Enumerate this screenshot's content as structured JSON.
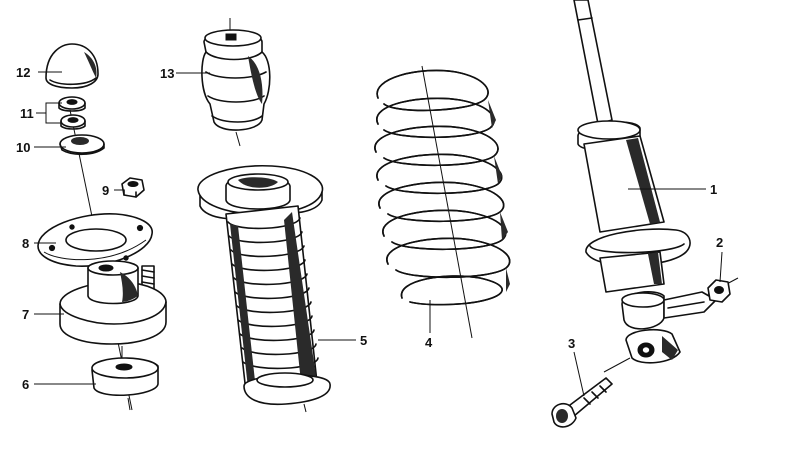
{
  "diagram": {
    "type": "exploded-parts-diagram",
    "subject": "front suspension strut assembly",
    "callouts": [
      {
        "id": "1",
        "label": "1"
      },
      {
        "id": "2",
        "label": "2"
      },
      {
        "id": "3",
        "label": "3"
      },
      {
        "id": "4",
        "label": "4"
      },
      {
        "id": "5",
        "label": "5"
      },
      {
        "id": "6",
        "label": "6"
      },
      {
        "id": "7",
        "label": "7"
      },
      {
        "id": "8",
        "label": "8"
      },
      {
        "id": "9",
        "label": "9"
      },
      {
        "id": "10",
        "label": "10"
      },
      {
        "id": "11",
        "label": "11"
      },
      {
        "id": "12",
        "label": "12"
      },
      {
        "id": "13",
        "label": "13"
      }
    ]
  },
  "colors": {
    "ink": "#111111",
    "paper": "#ffffff"
  }
}
